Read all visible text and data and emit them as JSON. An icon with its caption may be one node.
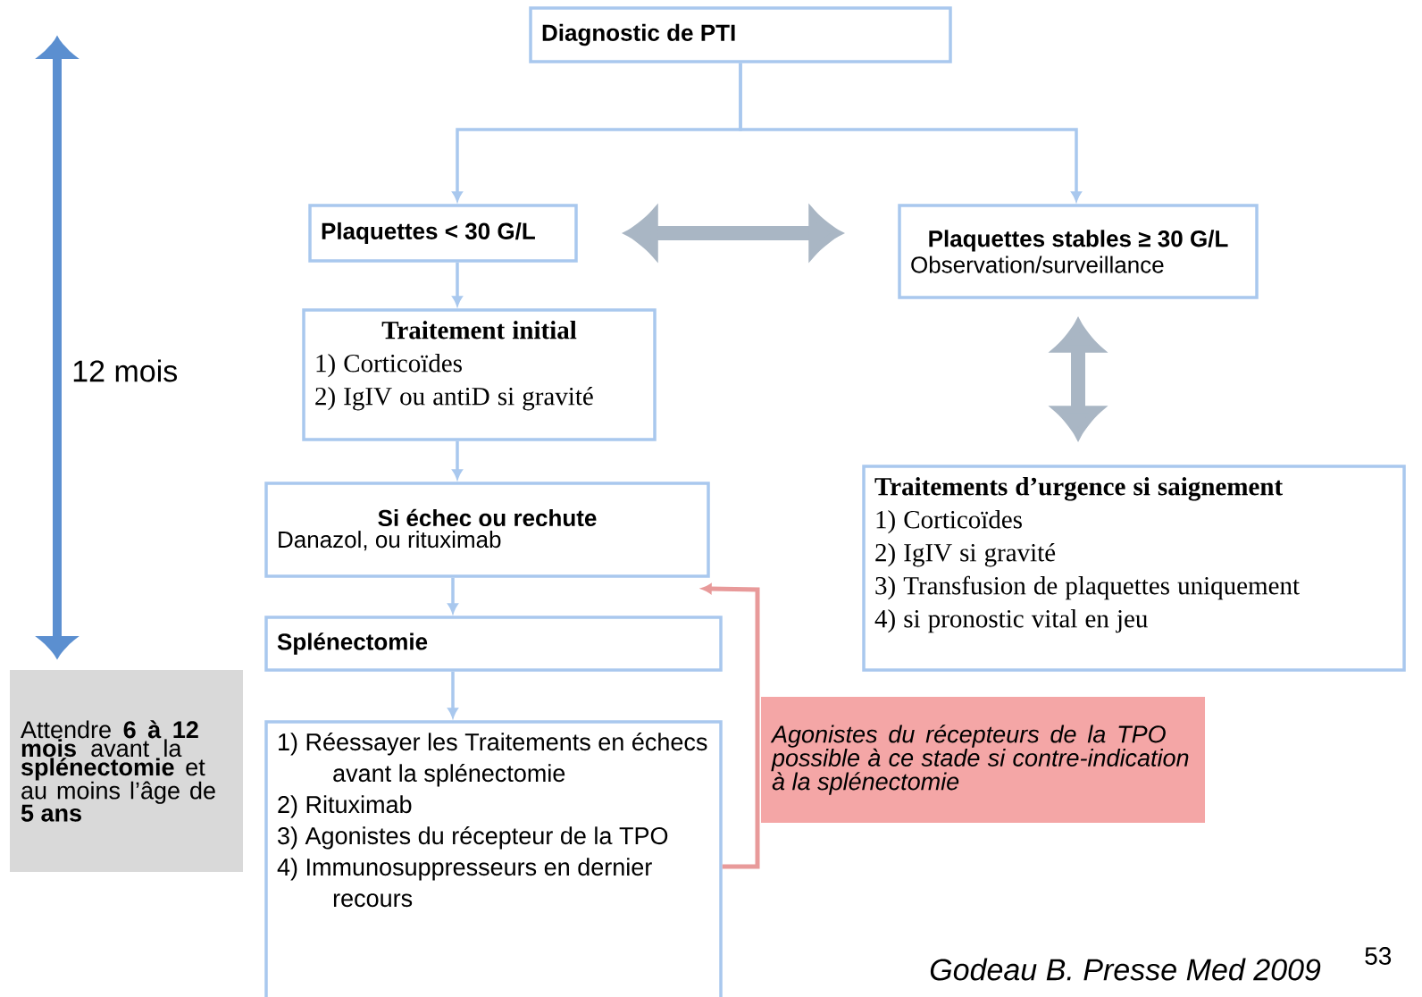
{
  "diagram": {
    "nodes": [
      {
        "text": [
          "Diagnostic de PTI"
        ]
      },
      {
        "text": [
          "Plaquettes < 30 G/L"
        ]
      },
      {
        "text": [
          "Plaquettes stables ≥ 30 G/L",
          "Observation/surveillance"
        ]
      },
      {
        "text": [
          "Traitement initial",
          "1) Corticoïdes",
          "2) IgIV ou antiD si gravité"
        ]
      },
      {
        "text": [
          "Si échec ou rechute",
          "Danazol, ou rituximab"
        ]
      },
      {
        "text": [
          "Traitements d’urgence si saignement",
          "1) Corticoïdes",
          "2) IgIV si gravité",
          "3) Transfusion de plaquettes uniquement",
          "4) si pronostic vital en jeu"
        ]
      },
      {
        "text": [
          "Splénectomie"
        ]
      },
      {
        "text": [
          "1) Réessayer les Traitements en échecs avant la splénectomie",
          "2) Rituximab",
          "3) Agonistes du récepteur de la TPO",
          "4) Immunosuppresseurs en dernier recours"
        ]
      },
      {
        "text": [
          "Agonistes du récepteurs de la TPO possible à ce stade si contre-indication à la splénectomie"
        ]
      },
      {
        "text": [
          "Attendre **6 à 12 mois** avant la **splénectomie** et au moins l’âge de **5 ans**"
        ]
      }
    ],
    "edges": [
      {
        "from": 0,
        "to": 1,
        "arrow": "to"
      },
      {
        "from": 0,
        "to": 2,
        "arrow": "to"
      },
      {
        "from": 1,
        "to": 2,
        "arrow": "both",
        "style": "thick",
        "color": "#a9b6c4"
      },
      {
        "from": 1,
        "to": 3,
        "arrow": "to"
      },
      {
        "from": 3,
        "to": 4,
        "arrow": "to"
      },
      {
        "from": 4,
        "to": 6,
        "arrow": "to"
      },
      {
        "from": 6,
        "to": 7,
        "arrow": "to"
      },
      {
        "from": 2,
        "to": 5,
        "arrow": "both",
        "style": "thick",
        "color": "#a9b6c4"
      },
      {
        "from": 7,
        "to": 4,
        "arrow": "to",
        "color": "#e89a9a"
      }
    ],
    "labels": [
      "12 mois",
      "Godeau B. Presse Med 2009",
      "53"
    ]
  }
}
